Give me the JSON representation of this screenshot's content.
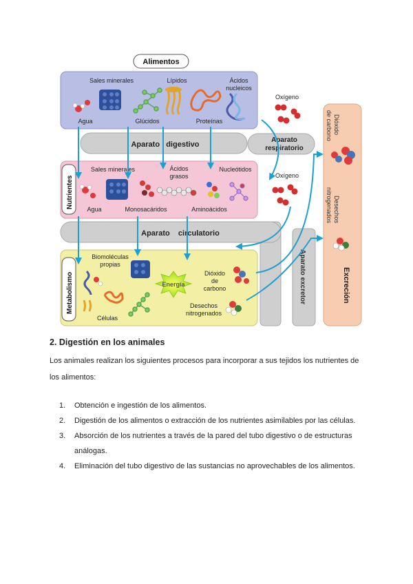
{
  "diagram": {
    "alimentos": "Alimentos",
    "sales_minerales": "Sales minerales",
    "lipidos": "Lípidos",
    "acidos_nucleicos_1": "Ácidos",
    "acidos_nucleicos_2": "nucleicos",
    "agua": "Agua",
    "glucidos": "Glúcidos",
    "proteinas": "Proteínas",
    "aparato_digestivo": "Aparato   digestivo",
    "oxigeno_1": "Oxígeno",
    "aparato_respiratorio_1": "Aparato",
    "aparato_respiratorio_2": "respiratorio",
    "nutrientes": "Nutrientes",
    "n_sales_minerales": "Sales minerales",
    "acidos_grasos_1": "Ácidos",
    "acidos_grasos_2": "grasos",
    "nucleotidos": "Nucleótidos",
    "oxigeno_2": "Oxígeno",
    "n_agua": "Agua",
    "monosacaridos": "Monosacáridos",
    "aminoacidos": "Aminoácidos",
    "aparato_circulatorio": "Aparato    circulatorio",
    "dioxido_carbono_v1": "Dióxido",
    "dioxido_carbono_v2": "de carbono",
    "desechos_v1": "Desechos",
    "desechos_v2": "nitrogenados",
    "metabolismo": "Metabolismo",
    "biomoleculas_1": "Biomoléculas",
    "biomoleculas_2": "propias",
    "energia": "Energía",
    "dioxido_1": "Dióxido",
    "dioxido_2": "de",
    "dioxido_3": "carbono",
    "celulas": "Células",
    "desechos_1": "Desechos",
    "desechos_2": "nitrogenados",
    "aparato_excretor": "Aparato  excretor",
    "excrecion": "Excreción"
  },
  "section": {
    "title": "2. Digestión en los animales",
    "intro": "Los animales realizan los siguientes procesos para incorporar a sus tejidos los nutrientes de los alimentos:"
  },
  "steps": [
    {
      "num": "1.",
      "text": "Obtención e ingestión de los alimentos."
    },
    {
      "num": "2.",
      "text": "Digestión de los alimentos o extracción de los nutrientes asimilables por las células."
    },
    {
      "num": "3.",
      "text": "Absorción de los nutrientes a través de la pared del tubo digestivo o de estructuras análogas."
    },
    {
      "num": "4.",
      "text": "Eliminación del tubo digestivo de las sustancias no aprovechables de los alimentos."
    }
  ],
  "colors": {
    "alimentos_box": "#b9bfe4",
    "nutrientes_box": "#f4c6d6",
    "metabolismo_box": "#f3f0a6",
    "excrecion_box": "#f6cdb0",
    "band_gray": "#cfcfcf",
    "arrow": "#1e9fd2"
  }
}
